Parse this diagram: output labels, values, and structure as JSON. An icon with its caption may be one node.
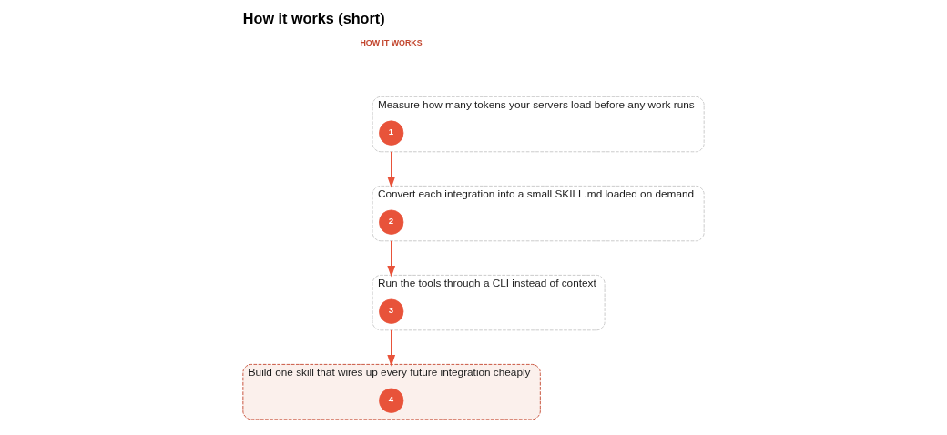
{
  "diagram": {
    "title": "How it works (short)",
    "nodes": [
      {
        "text": [
          "Measure how many tokens your servers load before any work runs"
        ]
      },
      {
        "text": [
          "1"
        ],
        "in": 0
      },
      {
        "text": [
          "Convert each integration into a small SKILL.md loaded on demand"
        ]
      },
      {
        "text": [
          "2"
        ],
        "in": 2
      },
      {
        "text": [
          "Run the tools through a CLI instead of context"
        ]
      },
      {
        "text": [
          "3"
        ],
        "in": 4
      },
      {
        "text": [
          "Build one skill that wires up every future integration cheaply"
        ]
      },
      {
        "text": [
          "4"
        ],
        "in": 6
      }
    ],
    "edges": [
      {
        "from": 0,
        "to": 2,
        "arrow": "to"
      },
      {
        "from": 2,
        "to": 4,
        "arrow": "to"
      },
      {
        "from": 4,
        "to": 6,
        "arrow": "to"
      }
    ],
    "labels": [
      "HOW IT WORKS"
    ]
  }
}
